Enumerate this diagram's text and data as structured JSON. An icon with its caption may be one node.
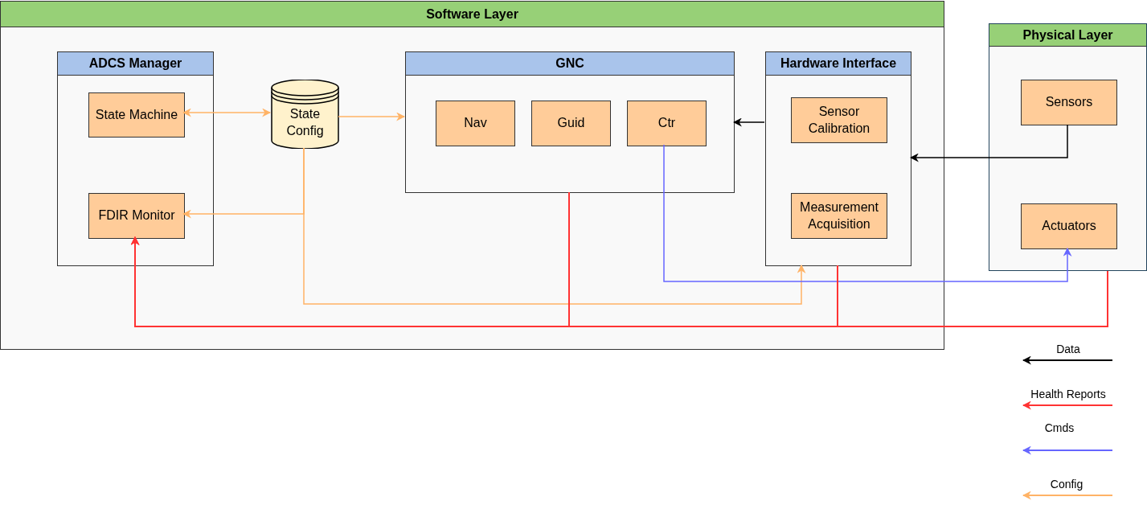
{
  "diagram": {
    "nodes": [
      {
        "text": [
          "Software Layer"
        ]
      },
      {
        "text": [
          "ADCS Manager"
        ],
        "in": 0
      },
      {
        "text": [
          "State Machine"
        ],
        "in": 1
      },
      {
        "text": [
          "FDIR Monitor"
        ],
        "in": 1
      },
      {
        "text": [
          "State Config"
        ],
        "in": 0
      },
      {
        "text": [
          "GNC"
        ],
        "in": 0
      },
      {
        "text": [
          "Nav"
        ],
        "in": 5
      },
      {
        "text": [
          "Guid"
        ],
        "in": 5
      },
      {
        "text": [
          "Ctr"
        ],
        "in": 5
      },
      {
        "text": [
          "Hardware Interface"
        ],
        "in": 0
      },
      {
        "text": [
          "Sensor Calibration"
        ],
        "in": 9
      },
      {
        "text": [
          "Measurement Acquisition"
        ],
        "in": 9
      },
      {
        "text": [
          "Physical Layer"
        ]
      },
      {
        "text": [
          "Sensors"
        ],
        "in": 12
      },
      {
        "text": [
          "Actuators"
        ],
        "in": 12
      }
    ],
    "edges": [
      {
        "from": 2,
        "to": 4,
        "arrow": "both",
        "color": "#ffb366"
      },
      {
        "from": 4,
        "to": 5,
        "arrow": "to",
        "color": "#ffb366"
      },
      {
        "from": 4,
        "to": 3,
        "arrow": "to",
        "color": "#ffb366"
      },
      {
        "from": 4,
        "to": 9,
        "arrow": "to",
        "color": "#ffb366"
      },
      {
        "from": 9,
        "to": 5,
        "arrow": "to",
        "color": "#000000"
      },
      {
        "from": 13,
        "to": 9,
        "arrow": "to",
        "color": "#000000"
      },
      {
        "from": 8,
        "to": 14,
        "arrow": "to",
        "color": "#6666ff"
      },
      {
        "from": 5,
        "to": 3,
        "arrow": "to",
        "color": "#ff3333"
      },
      {
        "from": 9,
        "to": 3,
        "arrow": "to",
        "color": "#ff3333"
      },
      {
        "from": 12,
        "to": 3,
        "arrow": "to",
        "color": "#ff3333"
      }
    ],
    "legend": [
      {
        "text": "Data",
        "color": "#000000"
      },
      {
        "text": "Health Reports",
        "color": "#ff3333"
      },
      {
        "text": "Cmds",
        "color": "#6666ff"
      },
      {
        "text": "Config",
        "color": "#ffb366"
      }
    ]
  }
}
